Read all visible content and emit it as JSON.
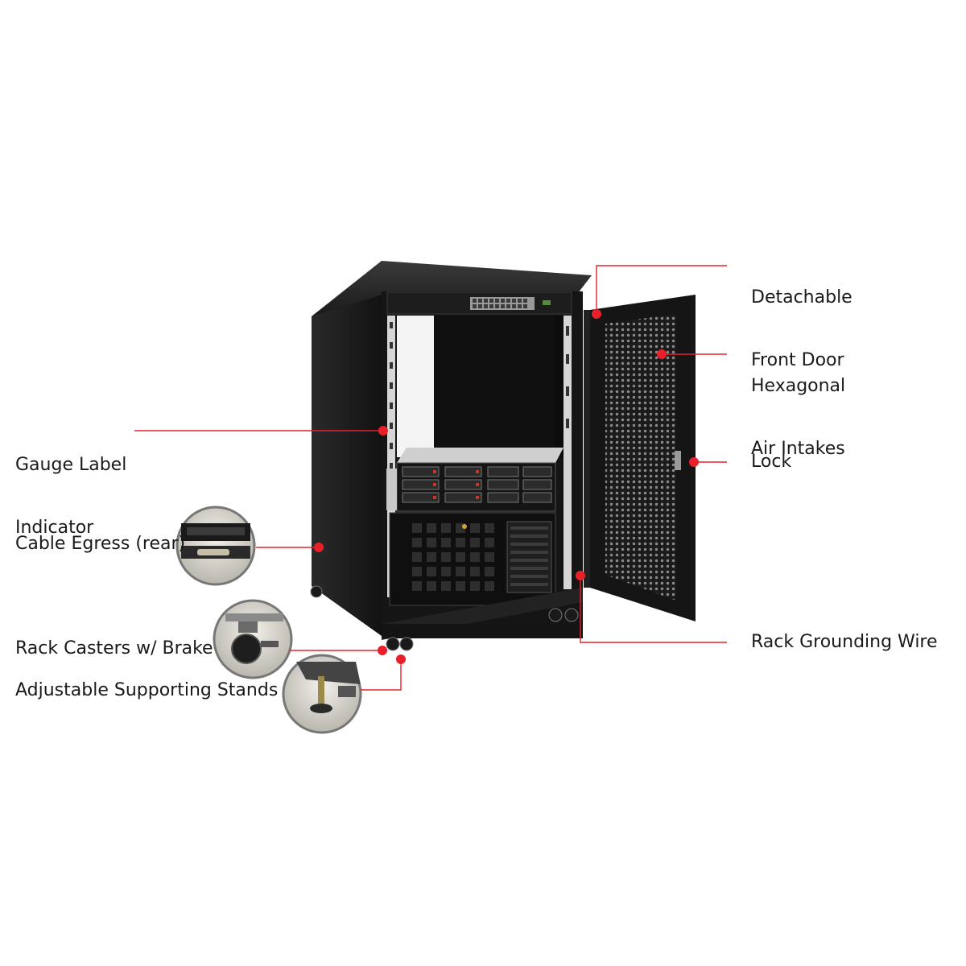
{
  "colors": {
    "accent": "#e8202a",
    "cabinet": "#141414",
    "cabinet_side": "#1e1e1e",
    "label_text": "#1a1a1a",
    "background": "#ffffff"
  },
  "callouts": {
    "front_door": {
      "line1": "Detachable",
      "line2": "Front Door"
    },
    "air_intakes": {
      "line1": "Hexagonal",
      "line2": "Air Intakes"
    },
    "lock": "Lock",
    "grounding": "Rack Grounding Wire",
    "gauge": {
      "line1": "Gauge Label",
      "line2": "Indicator"
    },
    "cable": "Cable Egress (rear)",
    "casters": "Rack Casters w/ Brake",
    "stands": "Adjustable Supporting Stands"
  }
}
